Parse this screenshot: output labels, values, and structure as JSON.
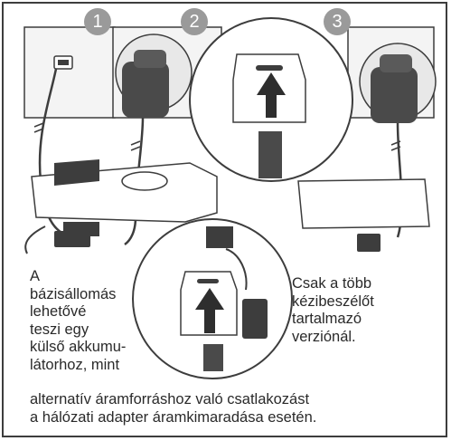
{
  "steps": [
    "1",
    "2",
    "3"
  ],
  "caption_left": [
    "A",
    "bázisállomás",
    "lehetővé",
    "teszi egy",
    "külső akkumu-",
    "látorhoz, mint"
  ],
  "caption_bottom": [
    "alternatív áramforráshoz való csatlakozást",
    "a hálózati adapter áramkimaradása esetén."
  ],
  "caption_right": [
    "Csak a több",
    "kézibeszélőt",
    "tartalmazó",
    "verziónál."
  ],
  "icons": {
    "wall_phone_socket": "wall-phone-socket-icon",
    "power_adapter": "power-adapter-icon",
    "base_station": "base-station-icon",
    "charger_cradle": "charger-cradle-icon",
    "up_arrow": "up-arrow-icon"
  },
  "colors": {
    "badge": "#9a9a9a",
    "line": "#3d3d3d",
    "adapter": "#4a4a4a",
    "arrow": "#2e2e2e",
    "panel": "#f4f4f4"
  }
}
